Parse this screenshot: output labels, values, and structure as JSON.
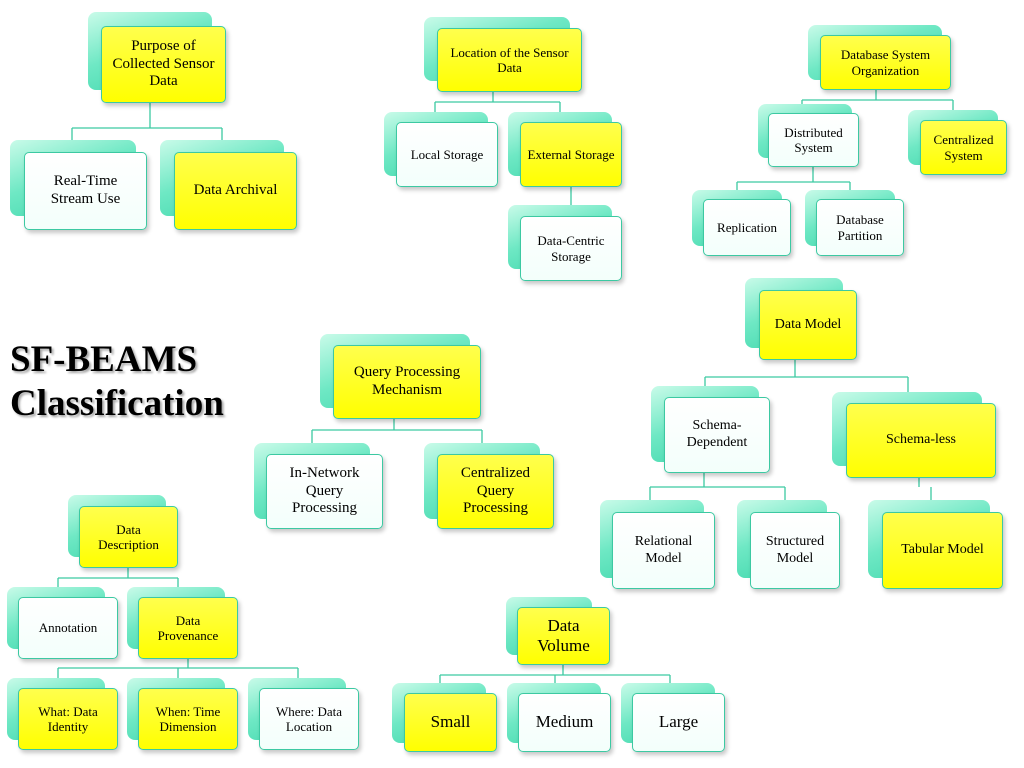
{
  "title": {
    "line1": "SF-BEAMS",
    "line2": "Classification"
  },
  "colors": {
    "yellow": "#ffff00",
    "teal": "#38d4a8",
    "line": "#3cc9a2"
  },
  "trees": [
    {
      "id": "purpose",
      "root": "Purpose of Collected Sensor Data",
      "children": [
        "Real-Time Stream Use",
        "Data Archival"
      ]
    },
    {
      "id": "location",
      "root": "Location of the Sensor Data",
      "children": [
        "Local Storage",
        "External Storage"
      ],
      "grandchildren": [
        "Data-Centric Storage"
      ]
    },
    {
      "id": "dbsystem",
      "root": "Database System Organization",
      "children": [
        "Distributed System",
        "Centralized System"
      ],
      "grandchildren": [
        "Replication",
        "Database Partition"
      ]
    },
    {
      "id": "datamodel",
      "root": "Data Model",
      "children": [
        "Schema-Dependent",
        "Schema-less"
      ],
      "grandchildren": [
        "Relational Model",
        "Structured Model",
        "Tabular Model"
      ]
    },
    {
      "id": "query",
      "root": "Query Processing Mechanism",
      "children": [
        "In-Network Query Processing",
        "Centralized Query Processing"
      ]
    },
    {
      "id": "description",
      "root": "Data Description",
      "children": [
        "Annotation",
        "Data Provenance"
      ],
      "grandchildren": [
        "What: Data Identity",
        "When: Time Dimension",
        "Where: Data Location"
      ]
    },
    {
      "id": "volume",
      "root": "Data Volume",
      "children": [
        "Small",
        "Medium",
        "Large"
      ]
    }
  ]
}
